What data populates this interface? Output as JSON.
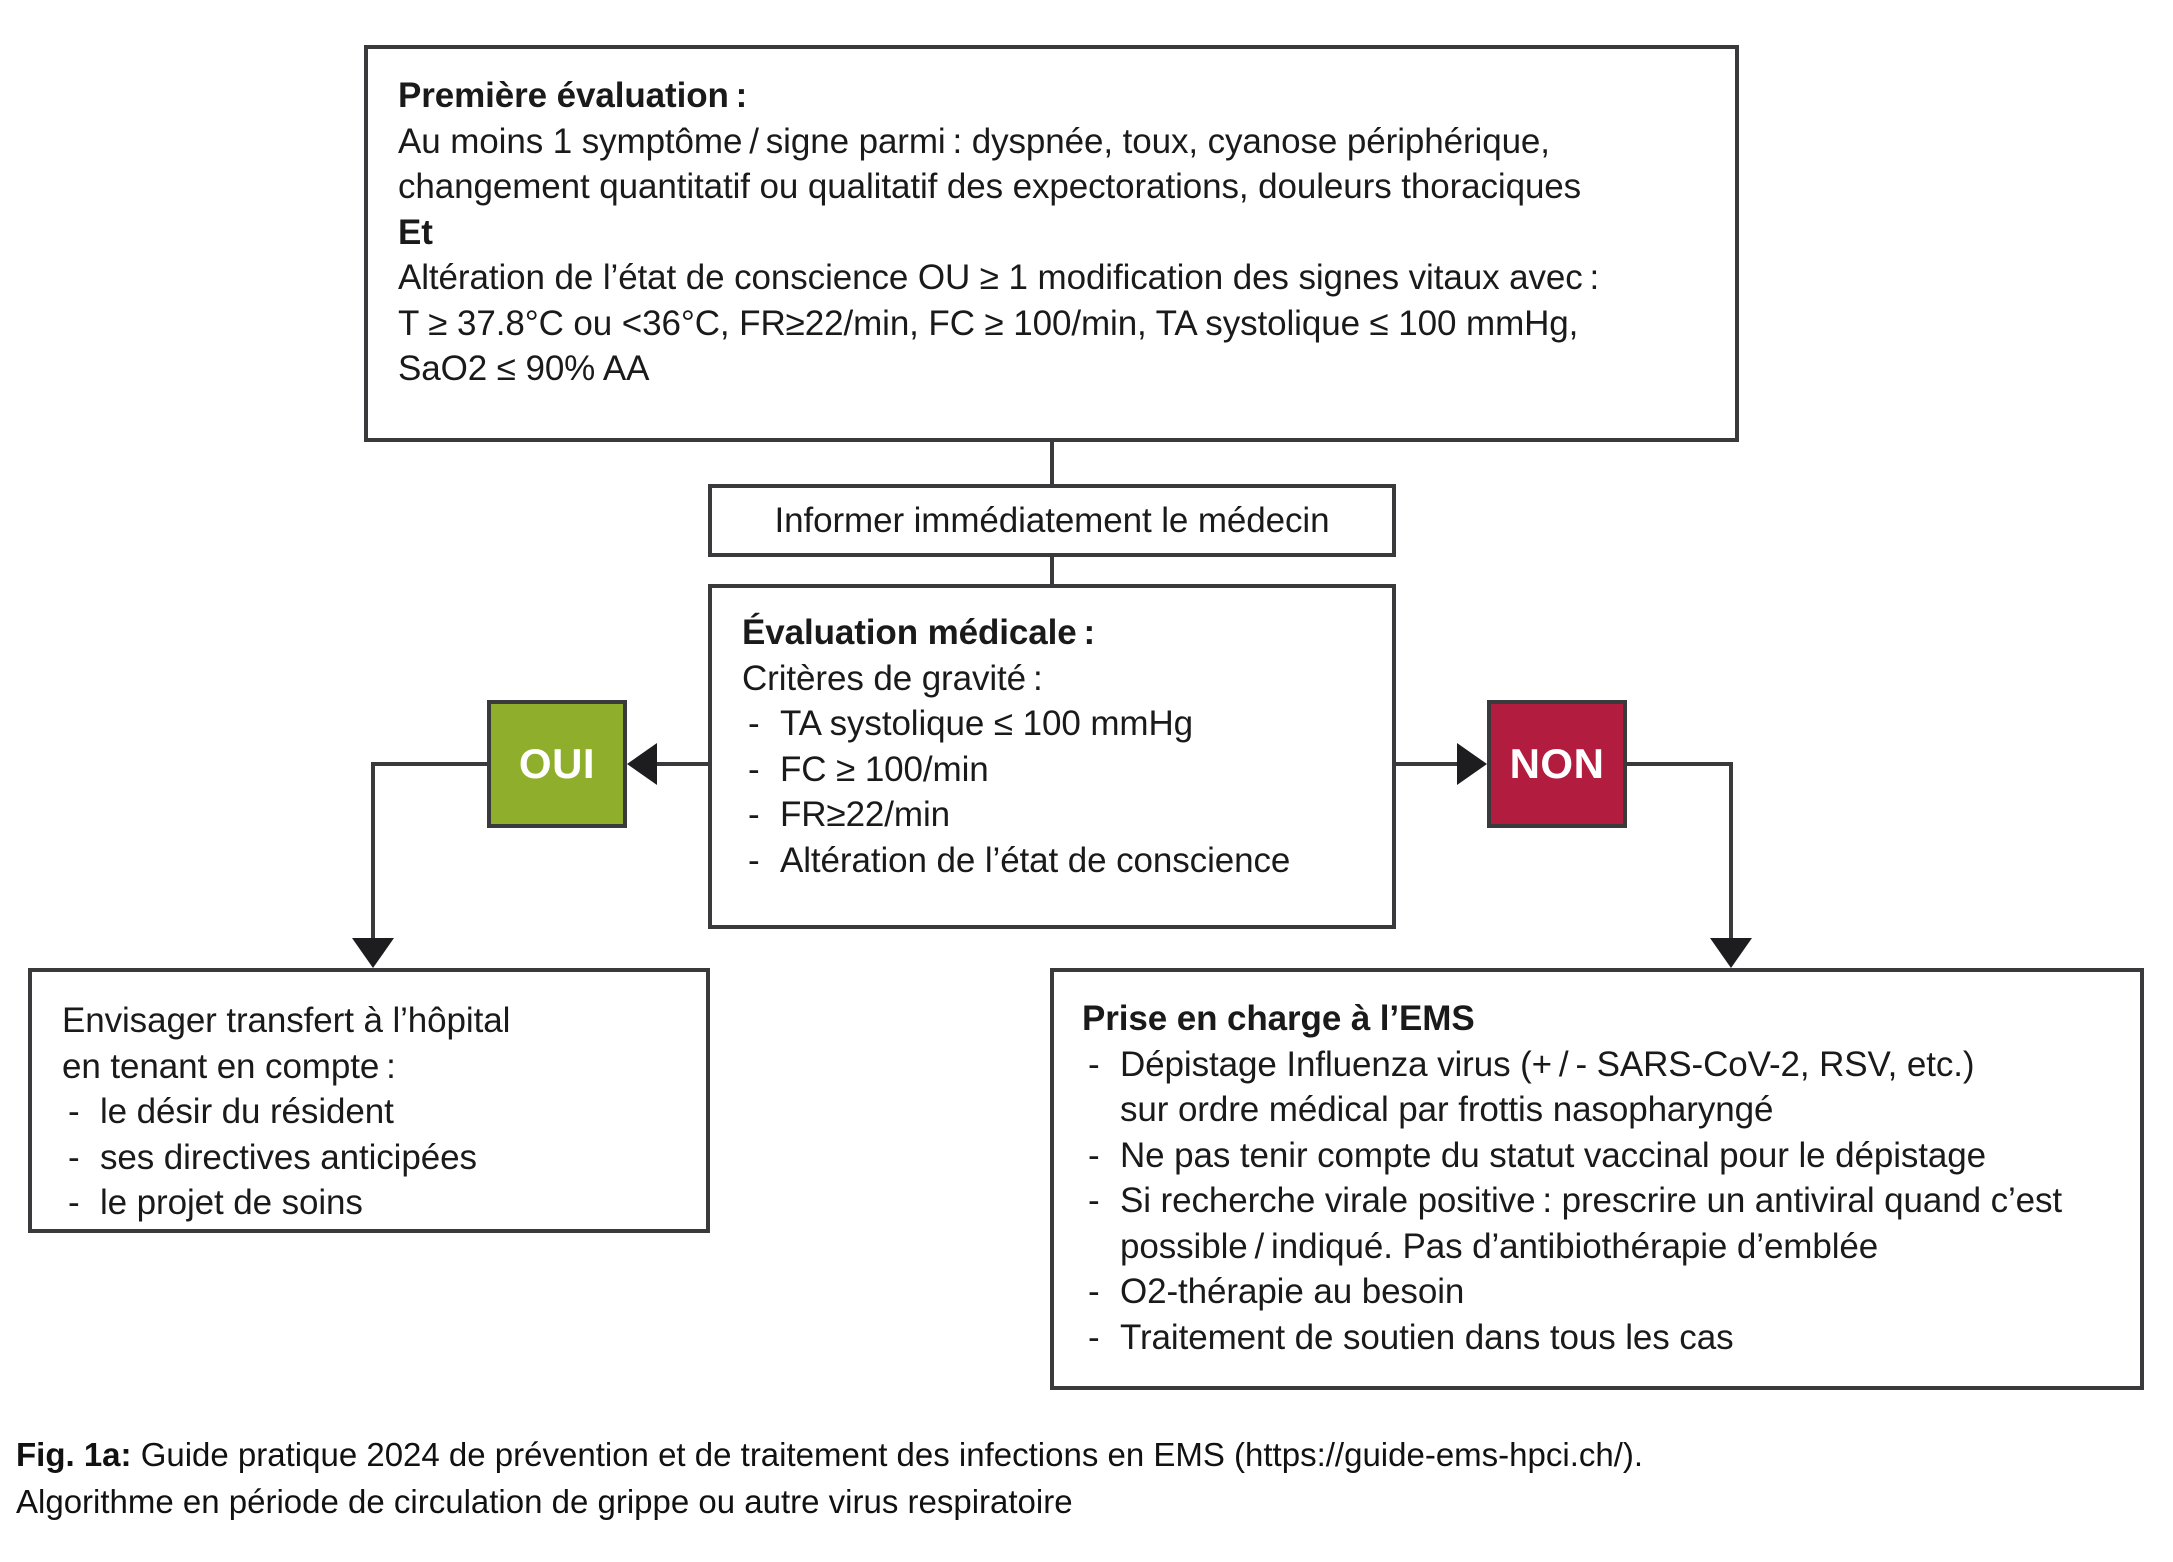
{
  "figure": {
    "id": "Fig. 1a:",
    "caption_line1": " Guide pratique 2024 de prévention et de traitement des infections en EMS (https://guide-ems-hpci.ch/).",
    "caption_line2": "Algorithme en période de circulation de grippe ou autre virus respiratoire",
    "source_url": "https://guide-ems-hpci.ch/"
  },
  "colors": {
    "yes_chip": "#8FAE2C",
    "no_chip": "#B21C3E",
    "border": "#3a3a3c",
    "text": "#1a1a1a",
    "background": "#ffffff"
  },
  "nodes": {
    "first_evaluation": {
      "title": "Première évaluation :",
      "line1": "Au moins 1 symptôme / signe parmi : dyspnée, toux, cyanose périphérique,",
      "line2": "changement quantitatif ou qualitatif des expectorations, douleurs thoraciques",
      "connector": "Et",
      "line3": "Altération de l’état de conscience OU ≥ 1 modification des signes vitaux avec :",
      "line4": "T ≥ 37.8°C ou <36°C, FR≥22/min, FC ≥ 100/min, TA systolique ≤ 100 mmHg,",
      "line5": "SaO2 ≤ 90% AA"
    },
    "inform_physician": {
      "label": "Informer immédiatement le médecin"
    },
    "medical_evaluation": {
      "title": "Évaluation médicale :",
      "subtitle": "Critères de gravité :",
      "criteria": [
        "TA systolique ≤ 100 mmHg",
        "FC ≥ 100/min",
        "FR≥22/min",
        "Altération de l’état de conscience"
      ]
    },
    "decision_yes": {
      "label": "OUI"
    },
    "decision_no": {
      "label": "NON"
    },
    "hospital_transfer": {
      "line1": "Envisager transfert à l’hôpital",
      "line2": "en tenant en compte :",
      "items": [
        "le désir du résident",
        "ses directives anticipées",
        "le projet de soins"
      ]
    },
    "ems_management": {
      "title": "Prise en charge à l’EMS",
      "items": [
        "Dépistage Influenza virus (+ / - SARS-CoV-2, RSV, etc.)\nsur ordre médical par frottis nasopharyngé",
        "Ne pas tenir compte du statut vaccinal pour le dépistage",
        "Si recherche virale positive : prescrire un antiviral quand c’est\npossible / indiqué. Pas d’antibiothérapie d’emblée",
        "O2-thérapie au besoin",
        "Traitement de soutien dans tous les cas"
      ]
    }
  }
}
